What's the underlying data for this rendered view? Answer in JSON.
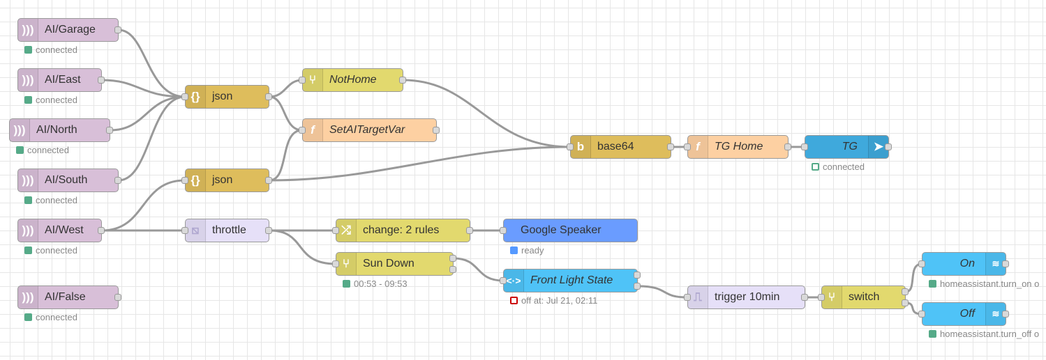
{
  "nodes": {
    "ai_garage": {
      "label": "AI/Garage",
      "status": "connected",
      "icon": "wave-icon"
    },
    "ai_east": {
      "label": "AI/East",
      "status": "connected",
      "icon": "wave-icon"
    },
    "ai_north": {
      "label": "AI/North",
      "status": "connected",
      "icon": "wave-icon"
    },
    "ai_south": {
      "label": "AI/South",
      "status": "connected",
      "icon": "wave-icon"
    },
    "ai_west": {
      "label": "AI/West",
      "status": "connected",
      "icon": "wave-icon"
    },
    "ai_false": {
      "label": "AI/False",
      "status": "connected",
      "icon": "wave-icon"
    },
    "json1": {
      "label": "json",
      "icon": "braces-icon"
    },
    "json2": {
      "label": "json",
      "icon": "braces-icon"
    },
    "nothome": {
      "label": "NotHome",
      "icon": "switch-icon"
    },
    "setaitargetvar": {
      "label": "SetAITargetVar",
      "icon": "function-icon"
    },
    "base64": {
      "label": "base64",
      "icon": "base64-icon"
    },
    "tghome": {
      "label": "TG Home",
      "icon": "function-icon"
    },
    "tg": {
      "label": "TG",
      "status": "connected",
      "icon": "telegram-icon"
    },
    "throttle": {
      "label": "throttle",
      "icon": "throttle-icon"
    },
    "change": {
      "label": "change: 2 rules",
      "icon": "shuffle-icon"
    },
    "google_speaker": {
      "label": "Google Speaker",
      "status": "ready"
    },
    "sundown": {
      "label": "Sun Down",
      "status": "00:53 - 09:53",
      "icon": "switch-icon"
    },
    "front_light": {
      "label": "Front Light State",
      "status": "off at: Jul 21, 02:11",
      "icon": "arrows-icon"
    },
    "trigger": {
      "label": "trigger 10min",
      "icon": "trigger-icon"
    },
    "switch": {
      "label": "switch",
      "icon": "switch-icon"
    },
    "on": {
      "label": "On",
      "status": "homeassistant.turn_on o",
      "icon": "router-icon"
    },
    "off": {
      "label": "Off",
      "status": "homeassistant.turn_off o",
      "icon": "router-icon"
    }
  },
  "colors": {
    "wire": "#999999",
    "mqtt": "#d8bfd8",
    "json": "#debd5c",
    "switch": "#e2d96e",
    "function": "#fdd0a2",
    "telegram": "#3fa9dc",
    "homeassistant": "#4fc3f7",
    "google_speaker": "#6a9cff"
  }
}
